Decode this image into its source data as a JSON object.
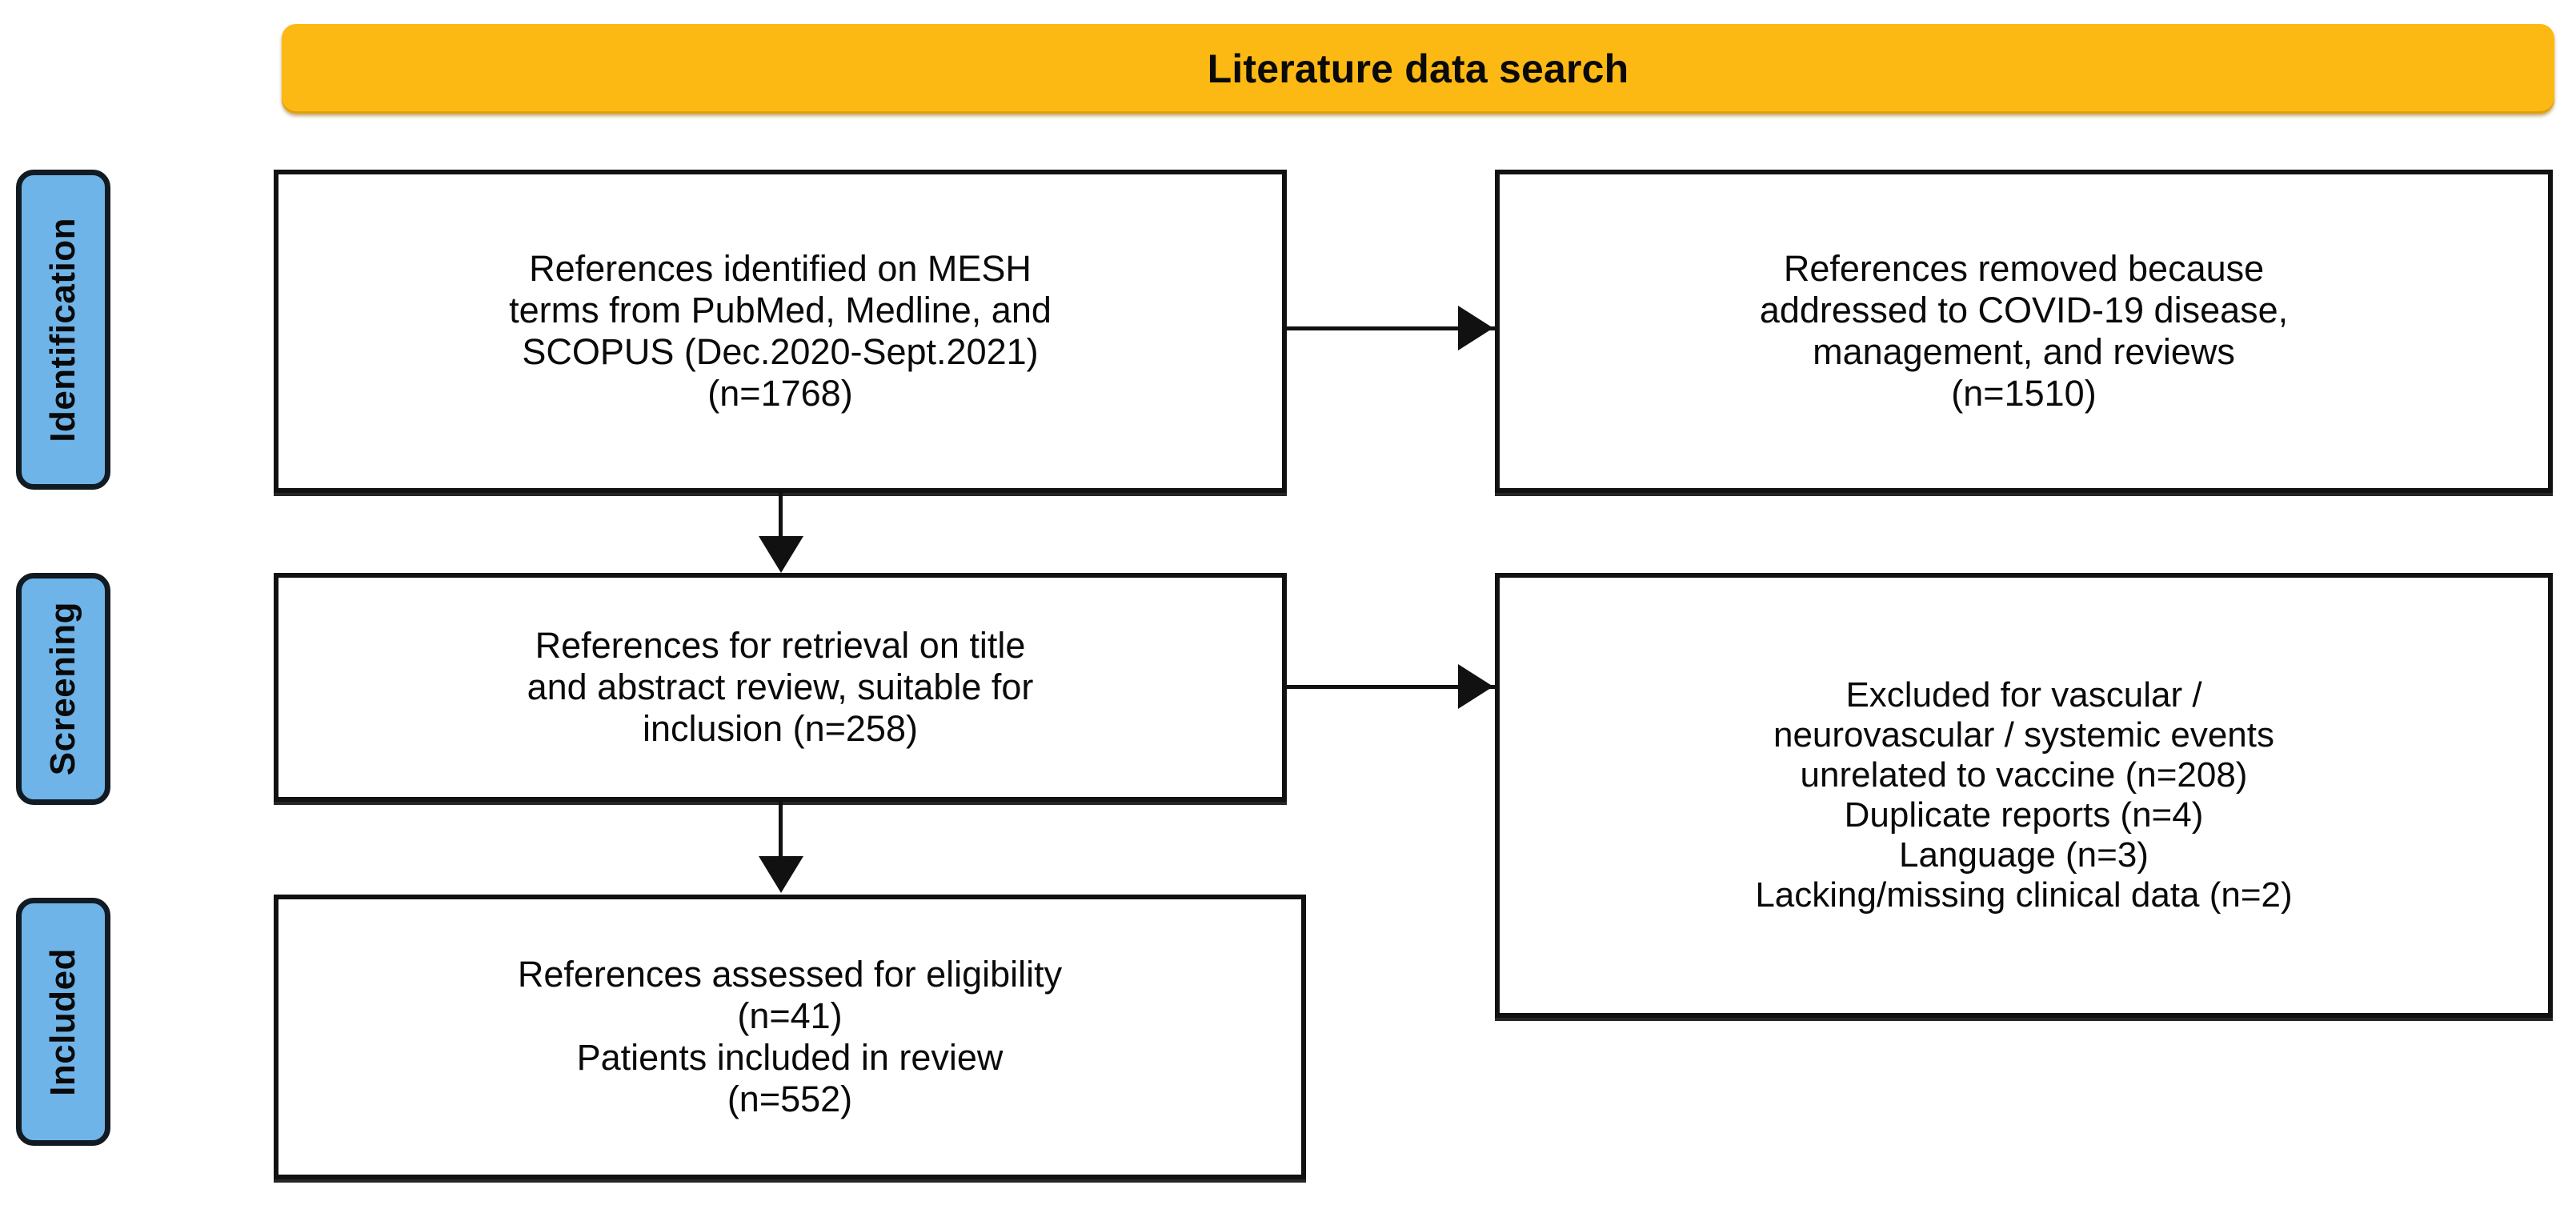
{
  "header": {
    "title": "Literature data search",
    "color": "#FDB913"
  },
  "phases": {
    "accent_color": "#6FB4E8",
    "items": [
      {
        "id": "identification",
        "label": "Identification"
      },
      {
        "id": "screening",
        "label": "Screening"
      },
      {
        "id": "included",
        "label": "Included"
      }
    ]
  },
  "boxes": {
    "identified": {
      "lines": [
        "References identified on MESH",
        "terms from PubMed, Medline, and",
        "SCOPUS (Dec.2020-Sept.2021)",
        "(n=1768)"
      ],
      "count": "1768"
    },
    "removed": {
      "lines": [
        "References removed because",
        "addressed to COVID-19 disease,",
        "management, and reviews",
        "(n=1510)"
      ],
      "count": "1510"
    },
    "retrieval": {
      "lines": [
        "References for retrieval on title",
        "and abstract review, suitable for",
        "inclusion (n=258)"
      ],
      "count": "258"
    },
    "excluded": {
      "lines": [
        "Excluded for vascular /",
        "neurovascular / systemic events",
        "unrelated to vaccine (n=208)",
        "Duplicate reports (n=4)",
        "Language (n=3)",
        "Lacking/missing clinical data (n=2)"
      ],
      "counts": {
        "unrelated_to_vaccine": "208",
        "duplicate_reports": "4",
        "language": "3",
        "lacking_missing_clinical_data": "2"
      }
    },
    "assessed": {
      "lines": [
        "References assessed for eligibility",
        "(n=41)",
        "Patients included in review",
        "(n=552)"
      ],
      "counts": {
        "references_assessed": "41",
        "patients_included": "552"
      }
    }
  },
  "connectors": [
    {
      "id": "identified-to-removed",
      "from": "identified",
      "to": "removed",
      "direction": "right"
    },
    {
      "id": "identified-to-retrieval",
      "from": "identified",
      "to": "retrieval",
      "direction": "down"
    },
    {
      "id": "retrieval-to-excluded",
      "from": "retrieval",
      "to": "excluded",
      "direction": "right"
    },
    {
      "id": "retrieval-to-assessed",
      "from": "retrieval",
      "to": "assessed",
      "direction": "down"
    }
  ]
}
